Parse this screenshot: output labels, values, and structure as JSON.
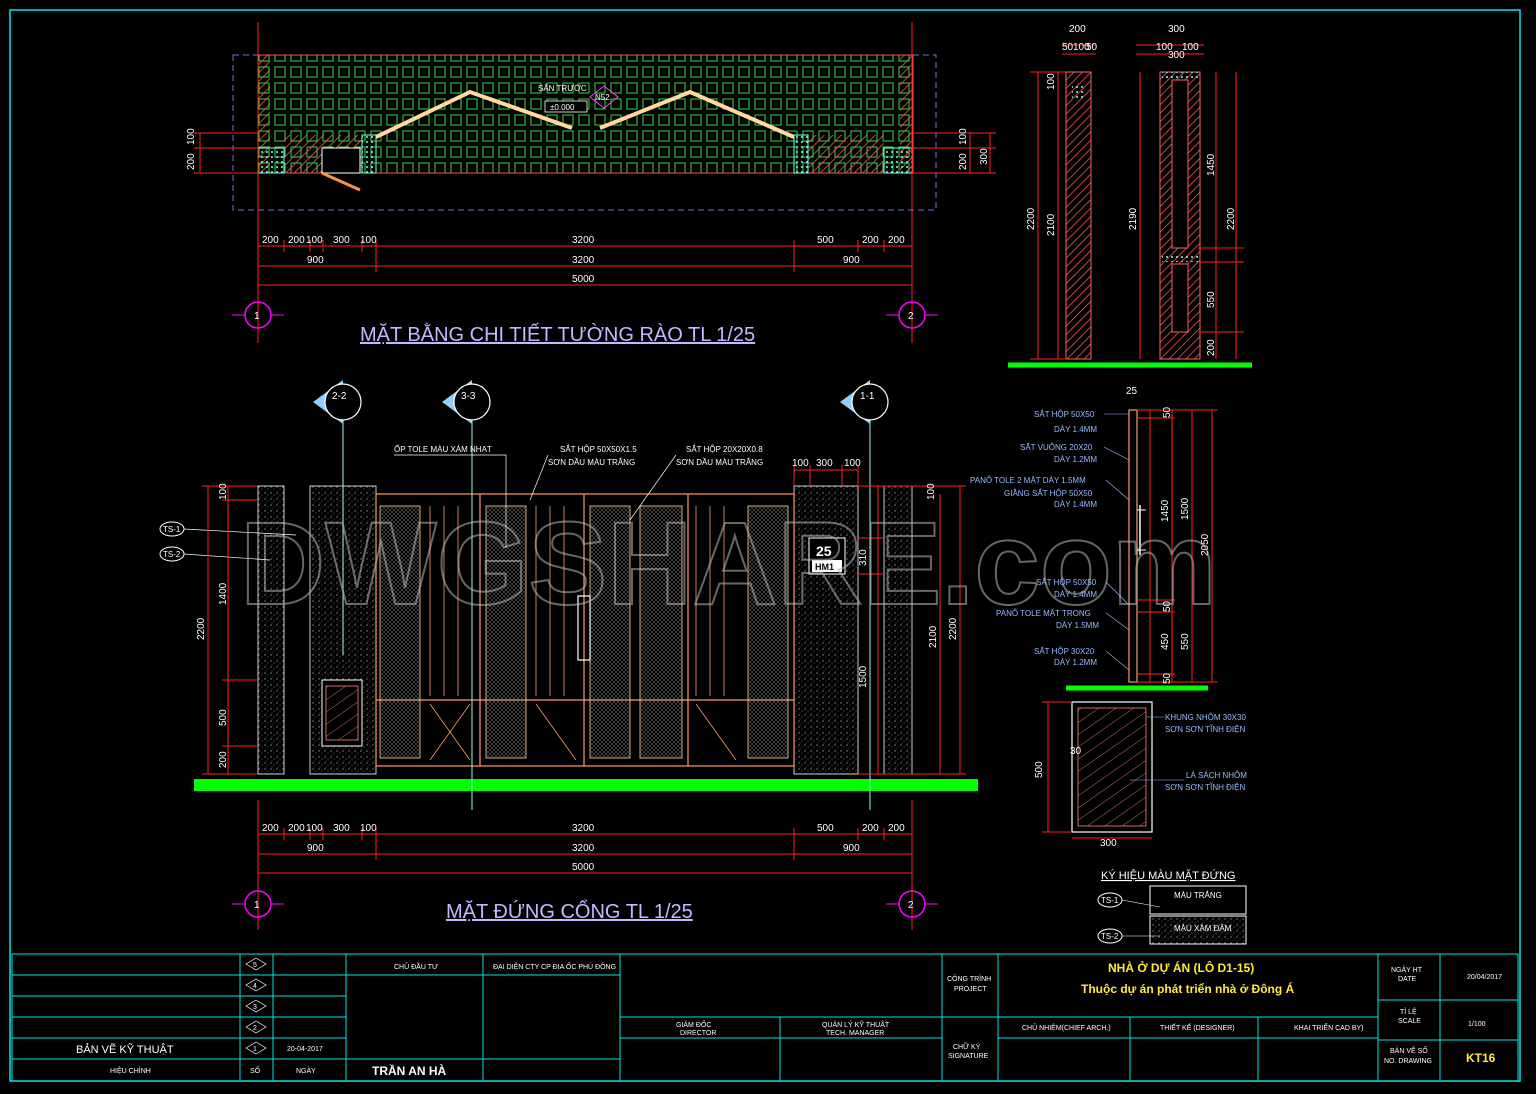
{
  "plan": {
    "title": "MẶT BẰNG CHI TIẾT TƯỜNG RÀO TL 1/25",
    "level_label": "SÂN TRƯỚC",
    "level_value": "±0.000",
    "tag": "N52",
    "dims_row1": [
      "200",
      "200",
      "100",
      "300",
      "100",
      "3200",
      "500",
      "200",
      "200"
    ],
    "dims_row2": [
      "900",
      "3200",
      "900"
    ],
    "dims_total": "5000",
    "side_left": [
      "200",
      "100"
    ],
    "side_right": [
      "200",
      "100",
      "300"
    ],
    "grid_left": "1",
    "grid_right": "2"
  },
  "elevation": {
    "title": "MẶT ĐỨNG CỔNG   TL 1/25",
    "sections": [
      "2-2",
      "3-3",
      "1-1"
    ],
    "notes": [
      "ỐP TOLE MÀU XÁM NHẠT",
      "SẮT HỘP 50X50X1.5",
      "SƠN DẦU MÀU TRẮNG",
      "SẮT HỘP 20X20X0.8",
      "SƠN DẦU MÀU TRẮNG"
    ],
    "top_dims": [
      "100",
      "300",
      "100"
    ],
    "house_number": "25",
    "house_code": "HM1",
    "left_dims": [
      "100",
      "1400",
      "2200",
      "500",
      "200"
    ],
    "right_dims": [
      "100",
      "310",
      "1500",
      "2100",
      "2200"
    ],
    "dims_row1": [
      "200",
      "200",
      "100",
      "300",
      "100",
      "3200",
      "500",
      "200",
      "200"
    ],
    "dims_row2": [
      "900",
      "3200",
      "900"
    ],
    "dims_total": "5000",
    "material_tags": [
      "TS-1",
      "TS-2"
    ],
    "grid_left": "1",
    "grid_right": "2"
  },
  "column_section": {
    "top_a": [
      "200",
      "50",
      "100",
      "50"
    ],
    "top_b": [
      "300",
      "100",
      "100",
      "300"
    ],
    "heights_a": [
      "100",
      "2100",
      "2200"
    ],
    "heights_b": [
      "2190",
      "1450",
      "2200",
      "550",
      "200"
    ]
  },
  "gate_section": {
    "top": "25",
    "labels": [
      [
        "SẮT HỘP 50X50",
        "DÀY 1.4MM"
      ],
      [
        "SẮT VUÔNG 20X20",
        "DÀY 1.2MM"
      ],
      [
        "PANÔ TOLE 2 MẶT DÀY 1.5MM",
        "GIẰNG SẮT HỘP 50X50"
      ],
      [
        "DÀY 1.4MM",
        ""
      ],
      [
        "SẮT HỘP 50X50",
        "DÀY 1.4MM"
      ],
      [
        "PANÔ TOLE MẶT TRONG",
        "DÀY 1.5MM"
      ],
      [
        "SẮT HỘP 30X20",
        "DÀY 1.2MM"
      ]
    ],
    "dims": [
      "50",
      "1450",
      "1500",
      "2050",
      "50",
      "450",
      "550",
      "50"
    ]
  },
  "vent_detail": {
    "labels": [
      [
        "KHUNG NHÔM 30X30",
        "SƠN SƠN TĨNH ĐIỆN"
      ],
      [
        "LÁ SÁCH NHÔM",
        "SƠN SƠN TĨNH ĐIỆN"
      ]
    ],
    "height": "500",
    "width": "300",
    "frame": "30"
  },
  "legend": {
    "title": "KÝ HIỆU MÀU MẶT ĐỨNG",
    "items": [
      {
        "tag": "TS-1",
        "label": "MÀU TRẮNG"
      },
      {
        "tag": "TS-2",
        "label": "MÀU XÁM ĐẬM"
      }
    ]
  },
  "watermark": "DWGSHARE.com",
  "title_block": {
    "revisions": [
      "5",
      "4",
      "3",
      "2",
      "1"
    ],
    "rev1_date": "20-04-2017",
    "rev_header": [
      "HIỆU CHỈNH",
      "SỐ",
      "NGÀY"
    ],
    "drawing_kind": "BẢN VẼ KỸ THUẬT",
    "owner_label": "CHỦ ĐẦU TƯ",
    "company_label": "ĐẠI DIỆN CTY CP ĐỊA ỐC PHÚ ĐÔNG",
    "owner_name": "TRẦN AN HÀ",
    "director": [
      "GIÁM ĐỐC",
      "DIRECTOR"
    ],
    "tech_manager": [
      "QUẢN LÝ KỸ THUẬT",
      "TECH. MANAGER"
    ],
    "project_label": [
      "CÔNG TRÌNH",
      "PROJECT"
    ],
    "signature_label": [
      "CHỮ KÝ",
      "SIGNATURE"
    ],
    "project_name": "NHÀ Ở DỰ ÁN (LÔ D1-15)",
    "project_sub": "Thuộc dự án phát triển nhà ở Đông Á",
    "roles": [
      "CHỦ NHIỆM(CHIEF ARCH.)",
      "THIẾT KẾ (DESIGNER)",
      "KHAI TRIỂN CAD BY)"
    ],
    "date_label": [
      "NGÀY HT",
      "DATE"
    ],
    "date_value": "20/04/2017",
    "scale_label": [
      "TỈ LỆ",
      "SCALE"
    ],
    "scale_value": "1/100",
    "no_label": [
      "BẢN VẼ SỐ",
      "NO. DRAWING"
    ],
    "no_value": "KT16"
  },
  "colors": {
    "background": "#000000",
    "frame": "#00e5e5",
    "dimension": "#ff2020",
    "ground": "#00ff00",
    "grid_bubble": "#ff00ff",
    "wall_hatch": "#ff6060",
    "title_text": "#c9b6ff",
    "tb_yellow": "#ffeb3b"
  }
}
